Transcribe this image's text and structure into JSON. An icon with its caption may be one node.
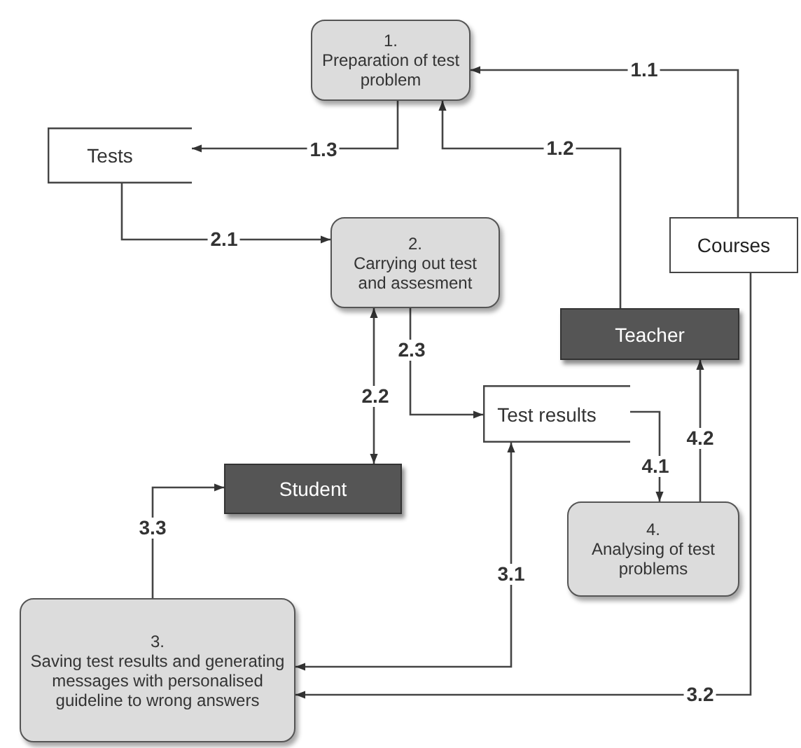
{
  "diagram": {
    "nodes": [
      {
        "text": [
          "1.",
          "Preparation of test problem"
        ]
      },
      {
        "text": [
          "Tests"
        ]
      },
      {
        "text": [
          "2.",
          "Carrying out test and assesment"
        ]
      },
      {
        "text": [
          "Courses"
        ]
      },
      {
        "text": [
          "Teacher"
        ]
      },
      {
        "text": [
          "Test results"
        ]
      },
      {
        "text": [
          "Student"
        ]
      },
      {
        "text": [
          "4.",
          "Analysing of test problems"
        ]
      },
      {
        "text": [
          "3.",
          "Saving test results and generating messages with personalised guideline to wrong answers"
        ]
      }
    ],
    "edges": [
      {
        "from": 3,
        "to": 0,
        "arrow": "to",
        "label": "1.1"
      },
      {
        "from": 4,
        "to": 0,
        "arrow": "to",
        "label": "1.2"
      },
      {
        "from": 0,
        "to": 1,
        "arrow": "to",
        "label": "1.3"
      },
      {
        "from": 1,
        "to": 2,
        "arrow": "to",
        "label": "2.1"
      },
      {
        "from": 2,
        "to": 6,
        "arrow": "both",
        "label": "2.2"
      },
      {
        "from": 2,
        "to": 5,
        "arrow": "to",
        "label": "2.3"
      },
      {
        "from": 8,
        "to": 5,
        "arrow": "both",
        "label": "3.1"
      },
      {
        "from": 3,
        "to": 8,
        "arrow": "to",
        "label": "3.2"
      },
      {
        "from": 8,
        "to": 6,
        "arrow": "to",
        "label": "3.3"
      },
      {
        "from": 5,
        "to": 7,
        "arrow": "to",
        "label": "4.1"
      },
      {
        "from": 7,
        "to": 4,
        "arrow": "to",
        "label": "4.2"
      }
    ]
  }
}
